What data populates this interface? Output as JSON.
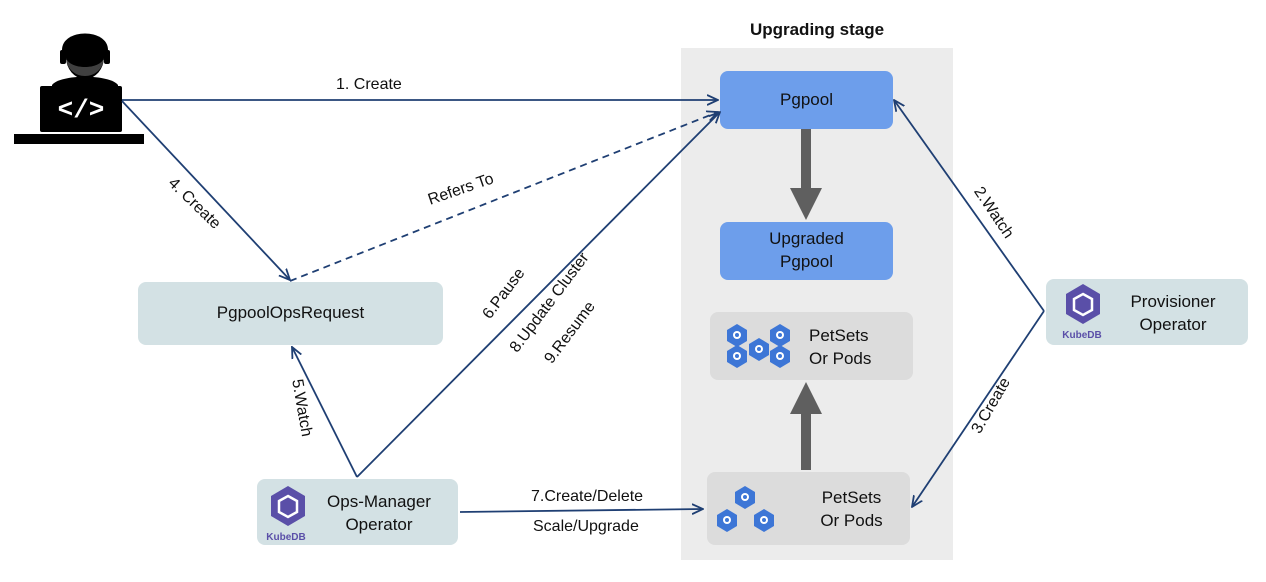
{
  "stage": {
    "title": "Upgrading stage"
  },
  "nodes": {
    "pgpool": "Pgpool",
    "upgraded_line1": "Upgraded",
    "upgraded_line2": "Pgpool",
    "petsets_top_line1": "PetSets",
    "petsets_top_line2": "Or Pods",
    "petsets_bottom_line1": "PetSets",
    "petsets_bottom_line2": "Or Pods",
    "ops_request": "PgpoolOpsRequest",
    "ops_manager_line1": "Ops-Manager",
    "ops_manager_line2": "Operator",
    "provisioner_line1": "Provisioner",
    "provisioner_line2": "Operator",
    "kubedb_logo_text": "KubeDB"
  },
  "edges": {
    "create1": "1. Create",
    "watch2": "2.Watch",
    "create3": "3.Create",
    "create4": "4. Create",
    "watch5": "5.Watch",
    "pause6": "6.Pause",
    "update8": "8.Update Cluster",
    "resume9": "9.Resume",
    "create_delete7": "7.Create/Delete",
    "scale_upgrade": "Scale/Upgrade",
    "refers_to": "Refers To"
  },
  "colors": {
    "blue_node": "#6d9eeb",
    "teal_node": "#d3e1e4",
    "gray_node": "#dcdcdc",
    "stage_bg": "#ececec",
    "edge": "#1f3f73",
    "thick_arrow": "#5f5f5f",
    "logo_purple": "#5a4fa8"
  }
}
